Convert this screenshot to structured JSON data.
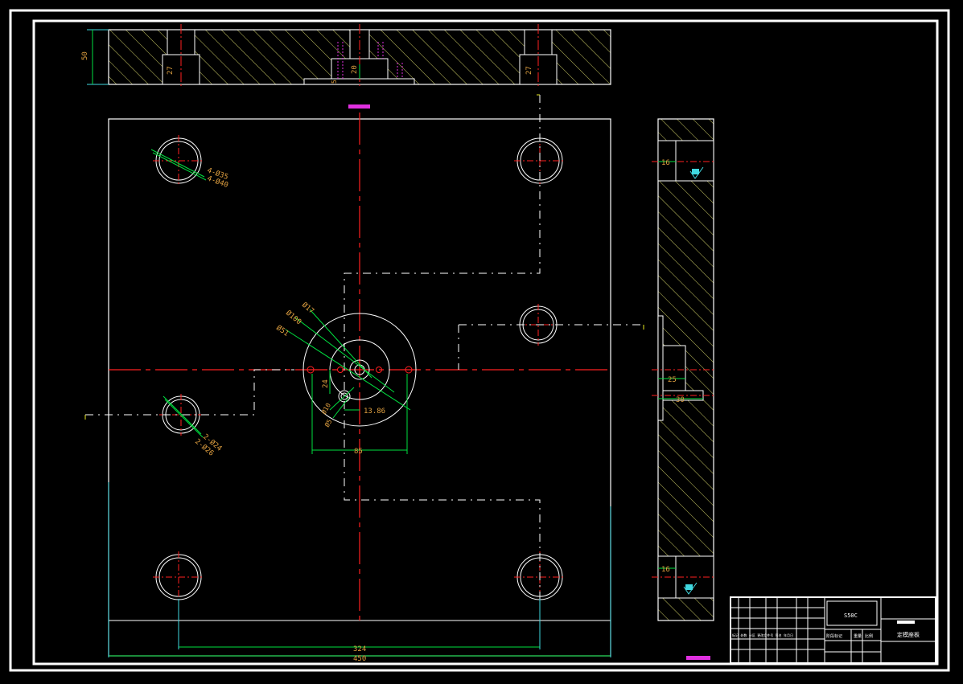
{
  "colors": {
    "background": "#000000",
    "outline": "#ffffff",
    "hatch": "#c8c864",
    "center": "#ff2020",
    "dim": "#00e040",
    "dimtext": "#e0a040",
    "cyan": "#40d8e0",
    "magenta": "#e030e0",
    "yellow": "#e8e820"
  },
  "top_view": {
    "dim_height": "50",
    "dim_left_cb": "27",
    "dim_right_cb": "27",
    "dim_center": "20",
    "dim_small": "5"
  },
  "plan_view": {
    "dim_corner_holes_a": "4-Ø35",
    "dim_corner_holes_b": "4-Ø40",
    "dim_guide_a": "2-Ø24",
    "dim_guide_b": "2-Ø26",
    "dim_center_a": "Ø17",
    "dim_center_b": "Ø100",
    "dim_center_c": "Ø51",
    "dim_small_a": "Ø10",
    "dim_small_b": "Ø5",
    "dim_v24": "24",
    "dim_offset": "13.86",
    "dim_85": "85",
    "dim_324": "324",
    "dim_450": "450"
  },
  "side_view": {
    "dim_top": "16",
    "dim_bottom": "16",
    "dim_25": "25",
    "dim_30": "30"
  },
  "title_block": {
    "material": "S50C",
    "part_name": "定模座板",
    "row_labels": "标记 处数 分区 更改文件号 签名 年月日",
    "col_a": "阶段标记",
    "col_b": "重量",
    "col_c": "比例"
  }
}
